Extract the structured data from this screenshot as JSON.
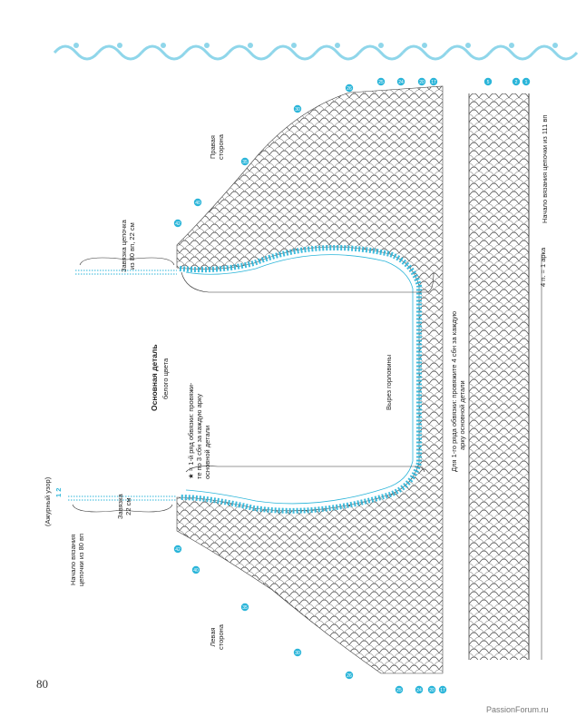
{
  "page_number": "80",
  "watermark": "PassionForum.ru",
  "labels": {
    "title": "Основная деталь",
    "subtitle": "белого цвета",
    "right_side_1": "Правая",
    "right_side_2": "сторона",
    "left_side_1": "Левая",
    "left_side_2": "сторона",
    "neck_cutout": "Вырез горловины",
    "first_row_note_1": "Для 1-го ряда обвязки: провяжите 4 сбн за каждую",
    "first_row_note_2": "арку основной детали",
    "star_note_1": "★ = 1-й ряд обвязки: провяжи-",
    "star_note_2": "те по 3 сбн за каждую арку",
    "star_note_3": "основной детали",
    "right_tie_1": "Завязка цепочка",
    "right_tie_2": "из 80 вп, 22 см",
    "left_tie_1": "Завязка",
    "left_tie_2": "22 см",
    "left_start_1": "Начало вязания",
    "left_start_2": "цепочки из 80 вп",
    "azure_pattern": "(Ажурный узор)",
    "azure_rows": "1 2",
    "arch_note": "4 п. = 1 арка",
    "bottom_start": "Начало вязания цепочки из 111 вп"
  },
  "row_markers": {
    "top_right": [
      "5",
      "2",
      "1"
    ],
    "top_main": [
      "26",
      "25",
      "24",
      "20",
      "17"
    ],
    "right_upper": [
      "30",
      "35",
      "40",
      "42"
    ],
    "left_lower": [
      "42",
      "40",
      "35",
      "30",
      "26"
    ],
    "bottom_main": [
      "25",
      "24",
      "20",
      "17"
    ]
  },
  "colors": {
    "accent": "#2bb5d9",
    "line": "#444444",
    "ornament": "#8fd6ea"
  }
}
